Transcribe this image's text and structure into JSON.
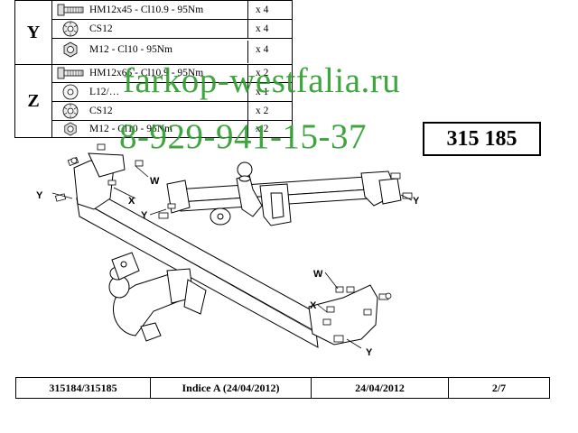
{
  "parts": {
    "groups": [
      {
        "letter": "Y",
        "rows": [
          {
            "icon": "bolt-icon",
            "desc": "HM12x45 - Cl10.9 - 95Nm",
            "qty": "x 4"
          },
          {
            "icon": "washer-icon",
            "desc": "CS12",
            "qty": "x 4"
          },
          {
            "icon": "nut-icon",
            "desc": "M12 - Cl10 - 95Nm",
            "qty": "x 4"
          }
        ]
      },
      {
        "letter": "Z",
        "rows": [
          {
            "icon": "bolt-icon",
            "desc": "HM12x65 - Cl10.9 - 95Nm",
            "qty": "x 2"
          },
          {
            "icon": "flat-washer-icon",
            "desc": "L12/…",
            "qty": "x 1"
          },
          {
            "icon": "washer-icon",
            "desc": "CS12",
            "qty": "x 2"
          },
          {
            "icon": "nut-icon",
            "desc": "M12 - Cl10 - 95Nm",
            "qty": "x 2"
          }
        ]
      }
    ]
  },
  "watermark": {
    "site": "farkop-westfalia.ru",
    "phone": "8-929-941-15-37"
  },
  "part_number": "315 185",
  "labels": {
    "w": "W",
    "x": "X",
    "y": "Y"
  },
  "footer": {
    "ref": "315184/315185",
    "index": "Indice A (24/04/2012)",
    "date": "24/04/2012",
    "page": "2/7"
  },
  "colors": {
    "watermark": "#2f9e2f",
    "ink": "#000000"
  }
}
